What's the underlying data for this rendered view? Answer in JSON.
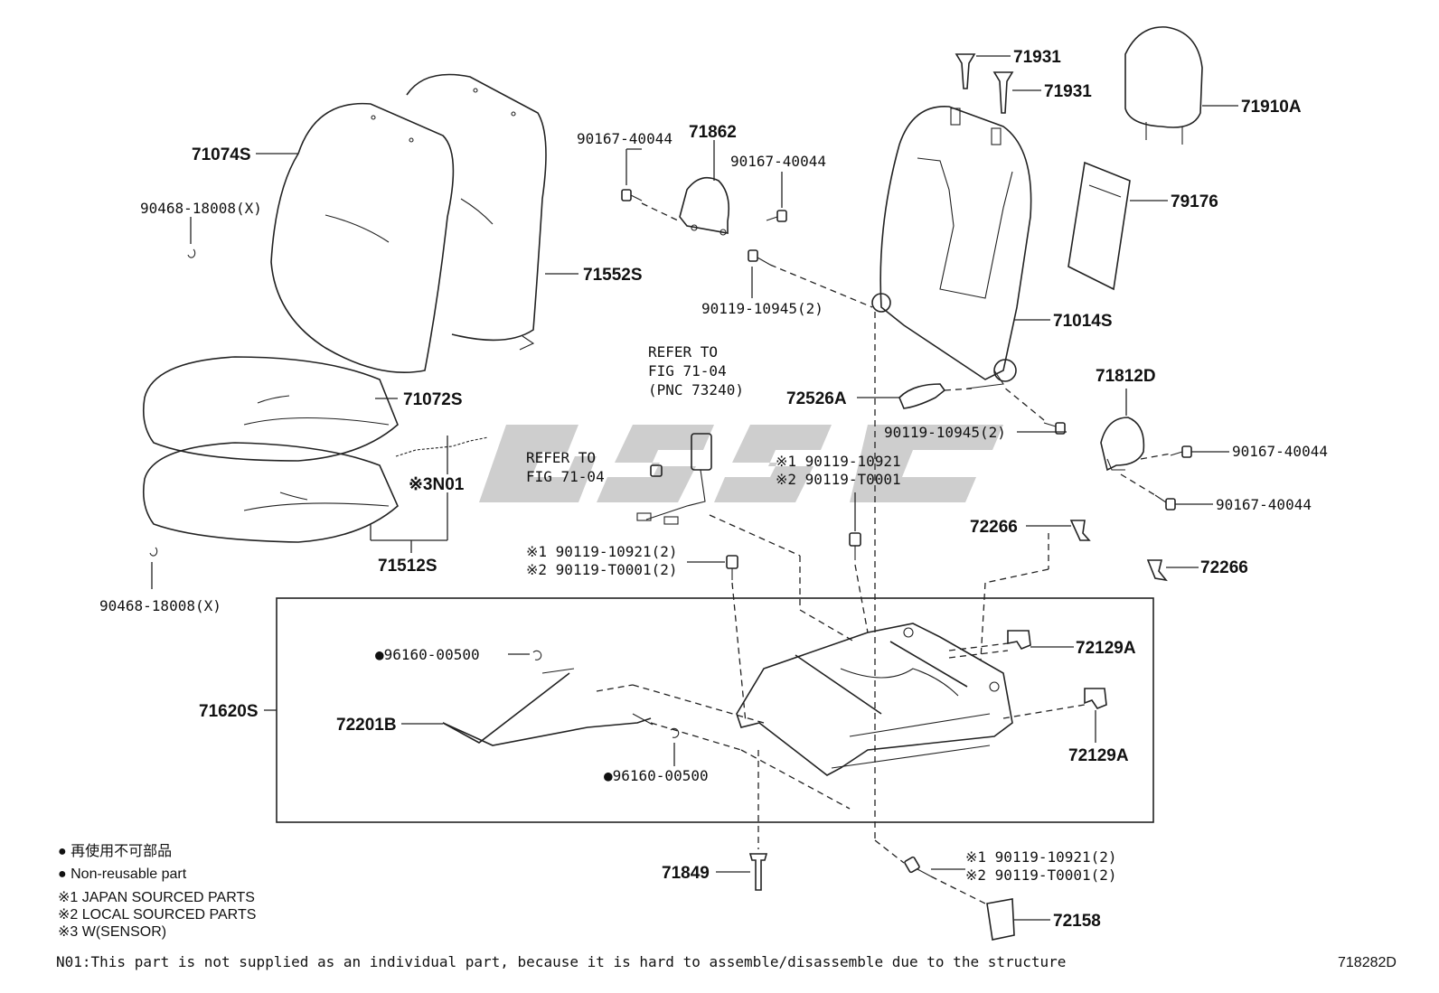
{
  "diagram": {
    "drawing_number": "718282D",
    "labels": {
      "p71074S": "71074S",
      "p71552S": "71552S",
      "p90468_top": "90468-18008(X)",
      "p71072S": "71072S",
      "p_n01": "※3N01",
      "p71512S": "71512S",
      "p90468_bot": "90468-18008(X)",
      "p90167_a": "90167-40044",
      "p71862": "71862",
      "p90167_b": "90167-40044",
      "p90119_10945_a": "90119-10945(2)",
      "ref1_line1": "REFER TO",
      "ref1_line2": "FIG 71-04",
      "ref1_line3": "(PNC 73240)",
      "ref2_line1": "REFER TO",
      "ref2_line2": "FIG 71-04",
      "bolt_mid_1": "※1 90119-10921",
      "bolt_mid_2": "※2 90119-T0001",
      "bolt_left_1": "※1 90119-10921(2)",
      "bolt_left_2": "※2 90119-T0001(2)",
      "p72526A": "72526A",
      "p90119_10945_b": "90119-10945(2)",
      "p71931_a": "71931",
      "p71931_b": "71931",
      "p71910A": "71910A",
      "p79176": "79176",
      "p71014S": "71014S",
      "p71812D": "71812D",
      "p90167_c": "90167-40044",
      "p90167_d": "90167-40044",
      "p72266_a": "72266",
      "p72266_b": "72266",
      "p72129A_a": "72129A",
      "p72129A_b": "72129A",
      "p71620S": "71620S",
      "p72201B": "72201B",
      "p96160_a": "●96160-00500",
      "p96160_b": "●96160-00500",
      "p71849": "71849",
      "bolt_bot_1": "※1 90119-10921(2)",
      "bolt_bot_2": "※2 90119-T0001(2)",
      "p72158": "72158"
    },
    "legend": {
      "jp": "● 再使用不可部品",
      "en": "● Non-reusable part",
      "note1": "※1 JAPAN SOURCED PARTS",
      "note2": "※2 LOCAL SOURCED PARTS",
      "note3": "※3 W(SENSOR)",
      "n01": "N01:This part is not supplied as an individual part, because it is hard to assemble/disassemble due to the structure"
    }
  }
}
